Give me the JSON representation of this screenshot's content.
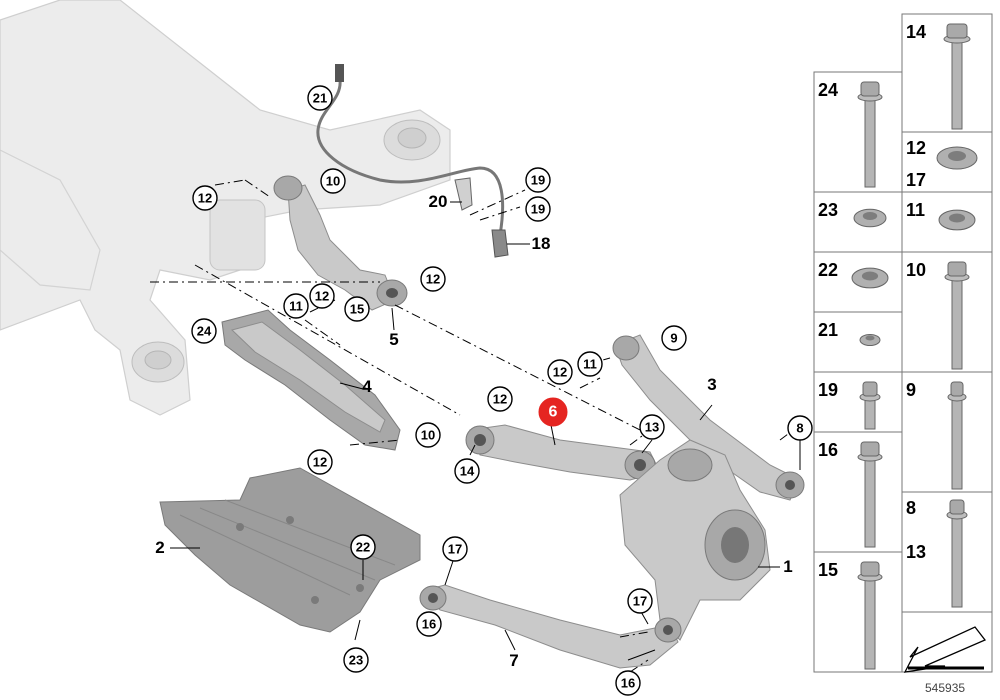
{
  "diagram_id": "545935",
  "highlighted_part": "6",
  "callouts": [
    "21",
    "10",
    "12",
    "20",
    "19",
    "19",
    "18",
    "12",
    "15",
    "5",
    "12",
    "11",
    "24",
    "4",
    "12",
    "10",
    "11",
    "9",
    "12",
    "3",
    "12",
    "6",
    "13",
    "14",
    "8",
    "2",
    "22",
    "17",
    "1",
    "17",
    "16",
    "7",
    "16",
    "23"
  ],
  "part_labels": [
    "5",
    "4",
    "3",
    "2",
    "1",
    "7",
    "18",
    "20"
  ],
  "hardware_panels": {
    "left": [
      "24",
      "23",
      "22",
      "21",
      "19",
      "16",
      "15"
    ],
    "right": [
      "14",
      "12 17",
      "11",
      "10",
      "9",
      "8 13"
    ]
  }
}
